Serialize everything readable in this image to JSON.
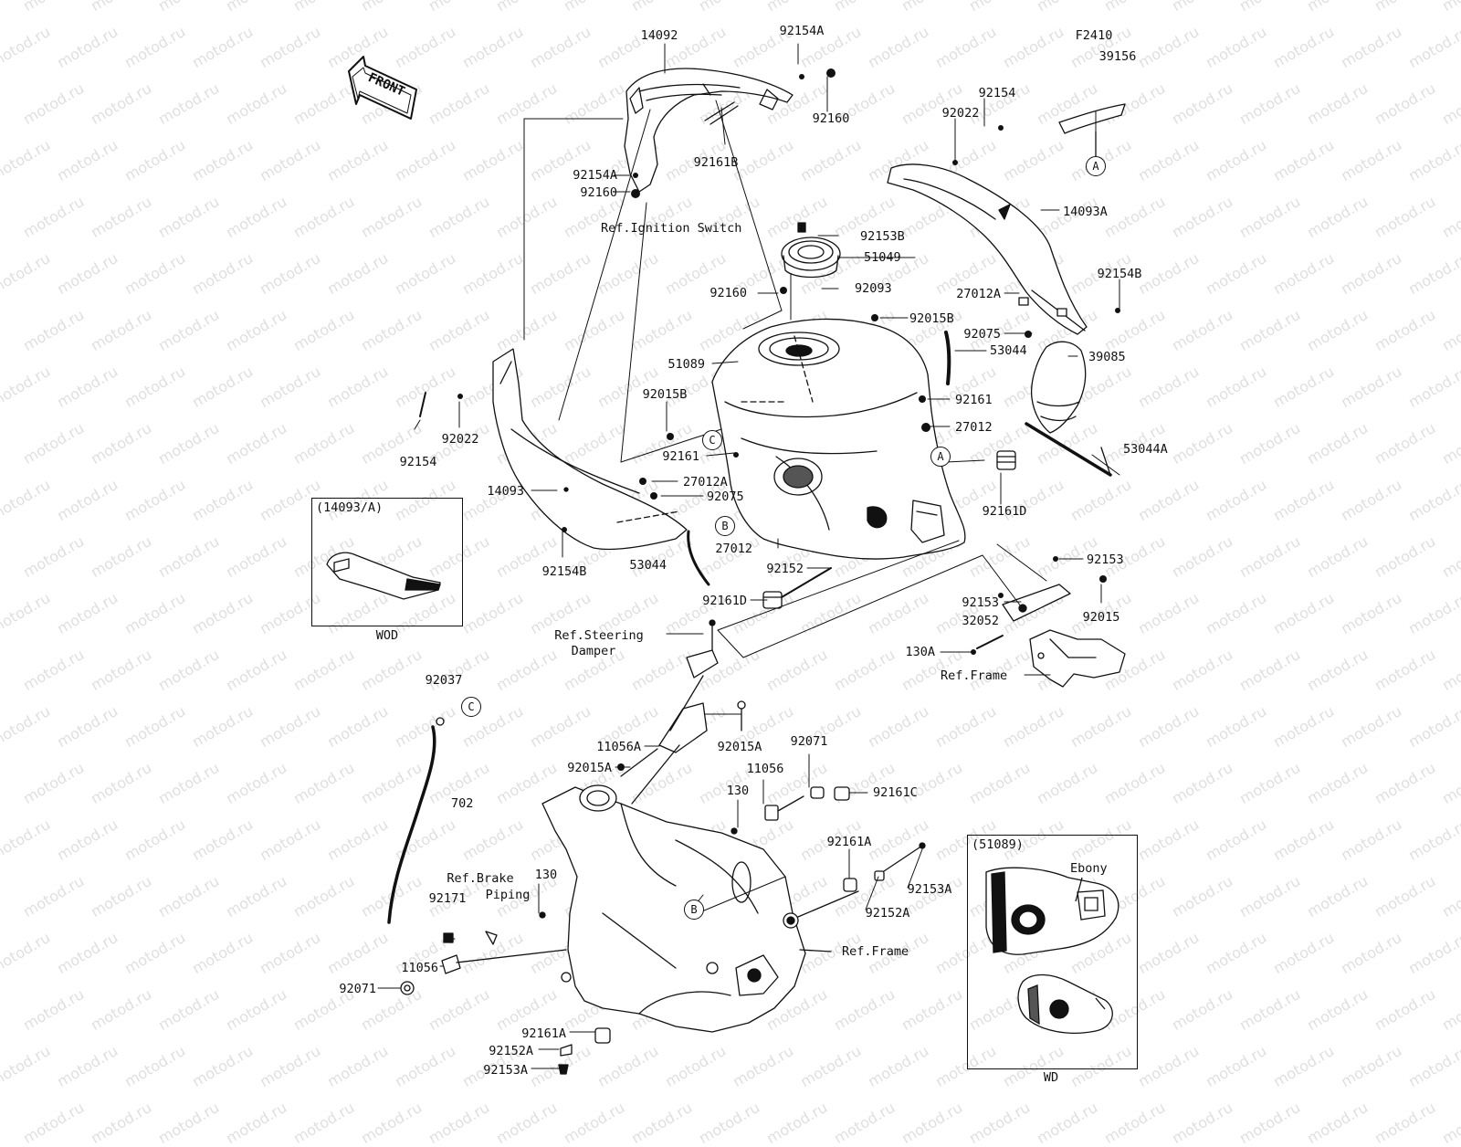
{
  "diagram_code": "F2410",
  "front_label": "FRONT",
  "watermark": "motod.ru",
  "inset_wod": {
    "title": "(14093/A)",
    "caption": "WOD"
  },
  "inset_wd": {
    "title": "(51089)",
    "note": "Ebony",
    "caption": "WD"
  },
  "callouts": {
    "A": "A",
    "B": "B",
    "C": "C"
  },
  "labels": {
    "p14092": "14092",
    "p92154A_top": "92154A",
    "p92160_top": "92160",
    "p92161B": "92161B",
    "p92154A_l": "92154A",
    "p92160_l": "92160",
    "ref_ignition": "Ref.Ignition Switch",
    "p92153B": "92153B",
    "p51049": "51049",
    "p92093": "92093",
    "p92160_m": "92160",
    "p92015B_r": "92015B",
    "p51089": "51089",
    "p92015B_l": "92015B",
    "p92161_l": "92161",
    "p92161_r": "92161",
    "p27012_r": "27012",
    "p27012A_l": "27012A",
    "p92075_l": "92075",
    "p14093": "14093",
    "p92154_l": "92154",
    "p92022_l": "92022",
    "p92154B_l": "92154B",
    "p53044_l": "53044",
    "p27012_b": "27012",
    "p92152": "92152",
    "p92161D_l": "92161D",
    "p92161D_r": "92161D",
    "p39156": "39156",
    "p92154_r": "92154",
    "p92022_r": "92022",
    "p14093A": "14093A",
    "p92154B_r": "92154B",
    "p27012A_r": "27012A",
    "p92075_r": "92075",
    "p53044_r": "53044",
    "p39085": "39085",
    "p53044A": "53044A",
    "p92153_a": "92153",
    "p92153_b": "92153",
    "p32052": "32052",
    "p92015": "92015",
    "p130A": "130A",
    "ref_frame_r": "Ref.Frame",
    "ref_steering_1": "Ref.Steering",
    "ref_steering_2": "Damper",
    "p92037": "92037",
    "p702": "702",
    "p11056A": "11056A",
    "p92015A_l": "92015A",
    "p92015A_r": "92015A",
    "p92071_t": "92071",
    "p11056_t": "11056",
    "p130_t": "130",
    "p92161C": "92161C",
    "p92161A_r": "92161A",
    "p92152A_r": "92152A",
    "p92153A_r": "92153A",
    "ref_frame_b": "Ref.Frame",
    "ref_brake_1": "Ref.Brake",
    "ref_brake_2": "Piping",
    "p130_b": "130",
    "p92171": "92171",
    "p11056_b": "11056",
    "p92071_b": "92071",
    "p92161A_b": "92161A",
    "p92152A_b": "92152A",
    "p92153A_b": "92153A"
  }
}
